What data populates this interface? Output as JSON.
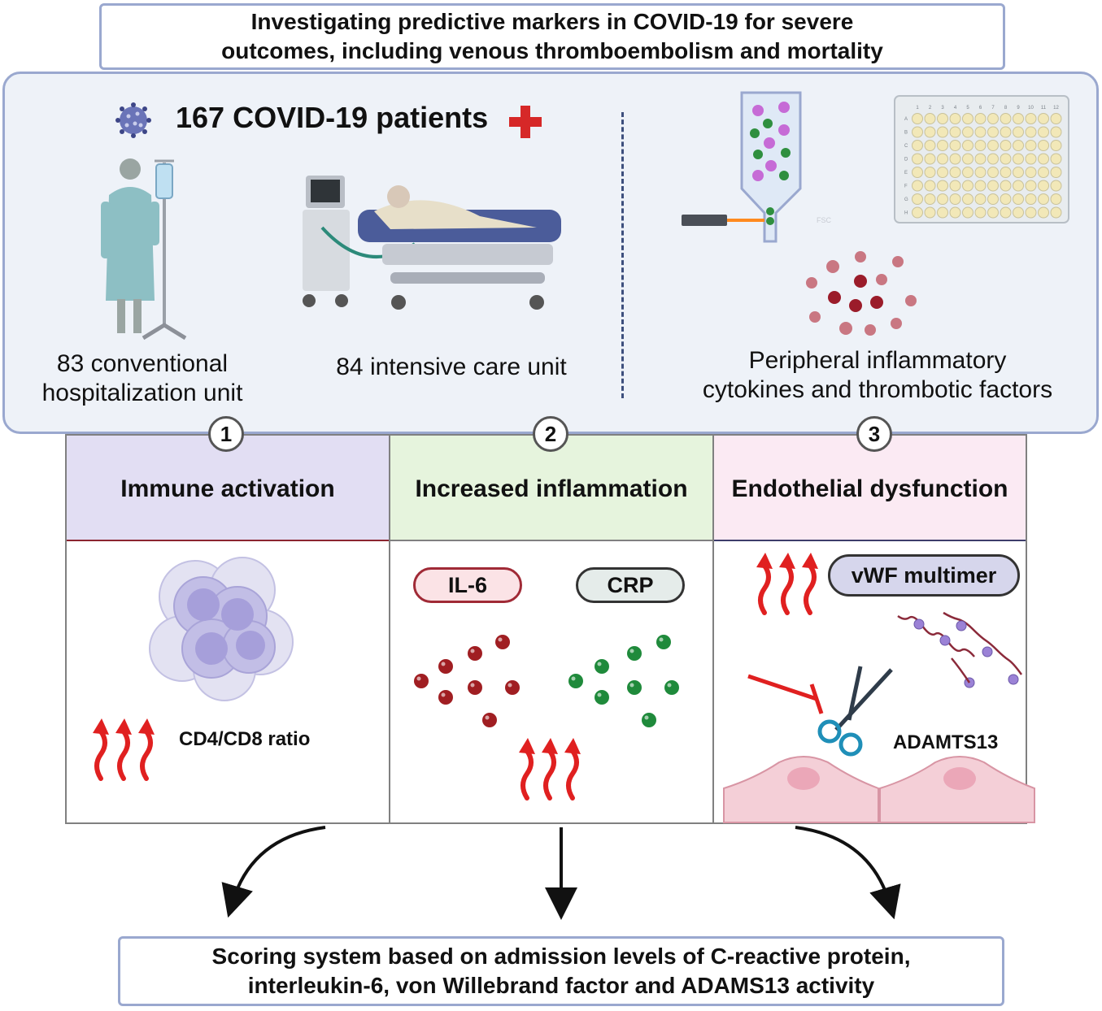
{
  "header": {
    "title": "Investigating predictive markers in COVID-19 for severe\noutcomes, including venous thromboembolism and mortality"
  },
  "cohort": {
    "patients": "167 COVID-19 patients",
    "conventional": "83 conventional\nhospitalization unit",
    "icu": "84 intensive care unit",
    "lab": "Peripheral inflammatory\ncytokines and thrombotic factors",
    "fsc_label": "FSC",
    "plate_columns": [
      "1",
      "2",
      "3",
      "4",
      "5",
      "6",
      "7",
      "8",
      "9",
      "10",
      "11",
      "12"
    ],
    "plate_rows": [
      "A",
      "B",
      "C",
      "D",
      "E",
      "F",
      "G",
      "H"
    ]
  },
  "pillars": [
    {
      "number": "1",
      "title": "Immune activation",
      "color": "#e2def3",
      "border": "#8b2530"
    },
    {
      "number": "2",
      "title": "Increased inflammation",
      "color": "#e6f4dd",
      "border": "#808080"
    },
    {
      "number": "3",
      "title": "Endothelial dysfunction",
      "color": "#fbeaf3",
      "border": "#3d3d6b"
    }
  ],
  "markers": {
    "cd4cd8": "CD4/CD8 ratio",
    "il6": "IL-6",
    "crp": "CRP",
    "vwf": "vWF multimer",
    "adamts13": "ADAMTS13"
  },
  "conclusion": {
    "text": "Scoring system based on admission levels of C-reactive protein,\ninterleukin-6, von Willebrand factor and ADAMS13 activity"
  },
  "colors": {
    "frame": "#9aa8cf",
    "cross": "#d62828",
    "up_arrow": "#e02020",
    "il6_dot": "#a01e22",
    "crp_dot": "#1f8a3b",
    "vwf_bead": "#9b82d6"
  }
}
